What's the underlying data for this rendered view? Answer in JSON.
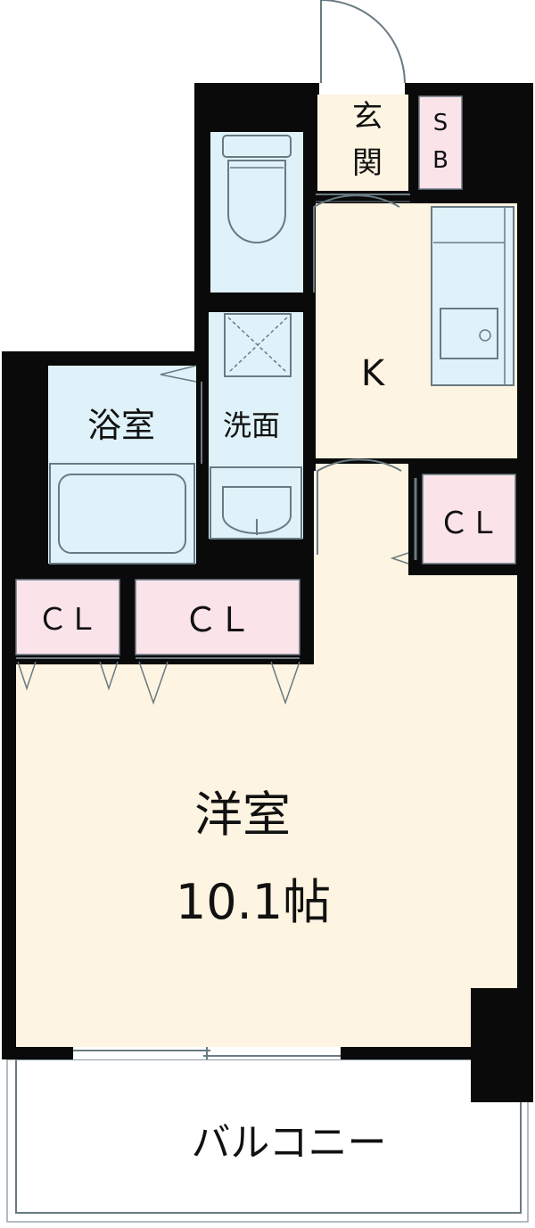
{
  "floor_plan": {
    "rooms": {
      "genkan": "玄\n関",
      "sb": "S\nB",
      "kitchen": "K",
      "bath": "浴室",
      "washroom": "洗面",
      "closet_kitchen": "ＣＬ",
      "closet_left": "ＣＬ",
      "closet_middle": "ＣＬ",
      "main_room_name": "洋室",
      "main_room_size": "10.1帖",
      "balcony": "バルコニー"
    },
    "colors": {
      "wall": "#0a0a0a",
      "room_floor": "#fdf4e1",
      "wet_area": "#dff2fa",
      "closet": "#fbe3ea",
      "balcony": "#ffffff",
      "outline": "#6a7a82"
    }
  }
}
